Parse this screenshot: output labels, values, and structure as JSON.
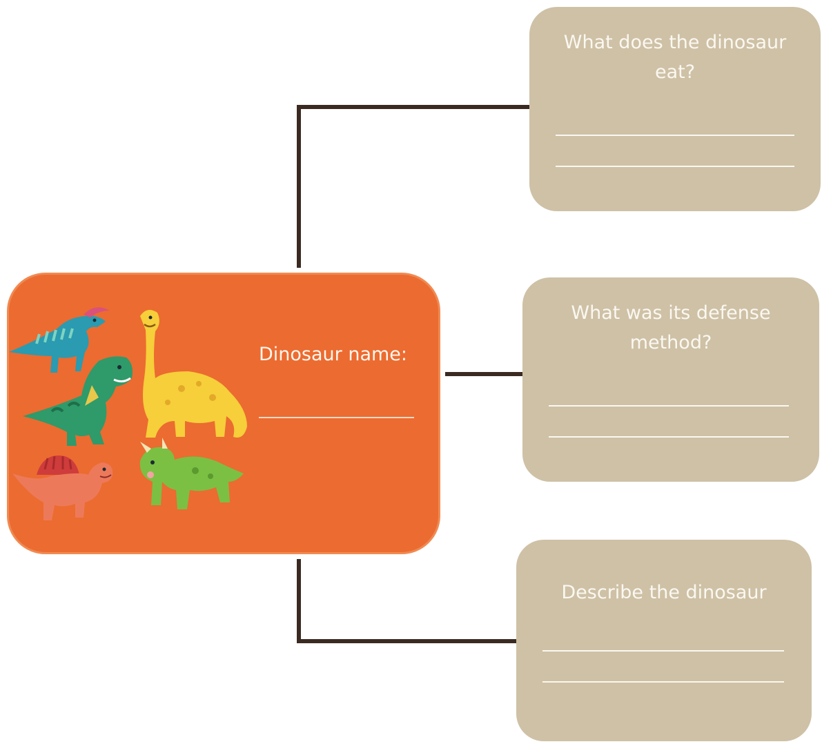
{
  "center": {
    "name_label": "Dinosaur name:"
  },
  "questions": [
    {
      "text_line1": "What does the dinosaur",
      "text_line2": "eat?"
    },
    {
      "text_line1": "What was its defense",
      "text_line2": "method?"
    },
    {
      "text_line1": "Describe the dinosaur",
      "text_line2": ""
    }
  ],
  "icons": [
    "parasaurolophus-icon",
    "t-rex-icon",
    "brachiosaurus-icon",
    "dimetrodon-icon",
    "triceratops-icon"
  ],
  "colors": {
    "center_card": "#ec6b30",
    "question_card": "#cec1a6",
    "connector": "#3b2a22"
  }
}
